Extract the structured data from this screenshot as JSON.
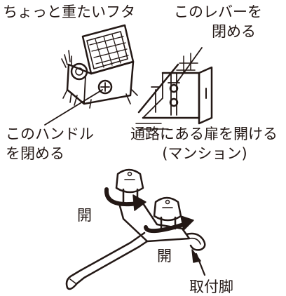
{
  "labels": {
    "lid": "ちょっと重たいフタ",
    "lever_line1": "このレバーを",
    "lever_line2": "閉める",
    "handle_line1": "このハンドル",
    "handle_line2": "を閉める",
    "door_line1": "通路にある扉を開ける",
    "door_line2": "(マンション)",
    "open_top": "開",
    "open_bottom": "開",
    "mount_leg": "取付脚"
  },
  "colors": {
    "ink": "#231815",
    "paper": "#ffffff"
  }
}
